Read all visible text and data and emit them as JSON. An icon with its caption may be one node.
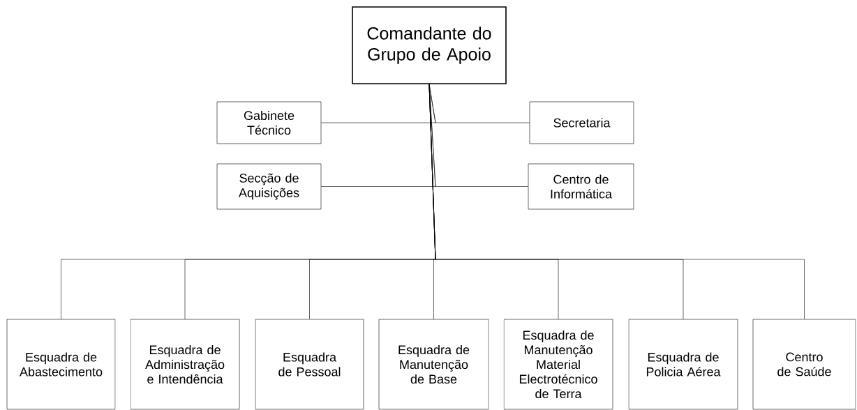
{
  "diagram": {
    "nodes": [
      {
        "text": [
          "Comandante do Grupo de Apoio"
        ]
      },
      {
        "text": [
          "Gabinete Técnico"
        ]
      },
      {
        "text": [
          "Secretaria"
        ]
      },
      {
        "text": [
          "Secção de Aquisições"
        ]
      },
      {
        "text": [
          "Centro de Informática"
        ]
      },
      {
        "text": [
          "Esquadra de Abastecimento"
        ]
      },
      {
        "text": [
          "Esquadra de Administração e Intendência"
        ]
      },
      {
        "text": [
          "Esquadra de Pessoal"
        ]
      },
      {
        "text": [
          "Esquadra de Manutenção de Base"
        ]
      },
      {
        "text": [
          "Esquadra de Manutenção Material Electrotécnico de Terra"
        ]
      },
      {
        "text": [
          "Esquadra de Policia Aérea"
        ]
      },
      {
        "text": [
          "Centro de Saúde"
        ]
      }
    ],
    "edges": [
      {
        "from": 0,
        "to": 1,
        "arrow": "none"
      },
      {
        "from": 0,
        "to": 2,
        "arrow": "none"
      },
      {
        "from": 0,
        "to": 3,
        "arrow": "none"
      },
      {
        "from": 0,
        "to": 4,
        "arrow": "none"
      },
      {
        "from": 0,
        "to": 5,
        "arrow": "none"
      },
      {
        "from": 0,
        "to": 6,
        "arrow": "none"
      },
      {
        "from": 0,
        "to": 7,
        "arrow": "none"
      },
      {
        "from": 0,
        "to": 8,
        "arrow": "none"
      },
      {
        "from": 0,
        "to": 9,
        "arrow": "none"
      },
      {
        "from": 0,
        "to": 10,
        "arrow": "none"
      },
      {
        "from": 0,
        "to": 11,
        "arrow": "none"
      }
    ]
  }
}
